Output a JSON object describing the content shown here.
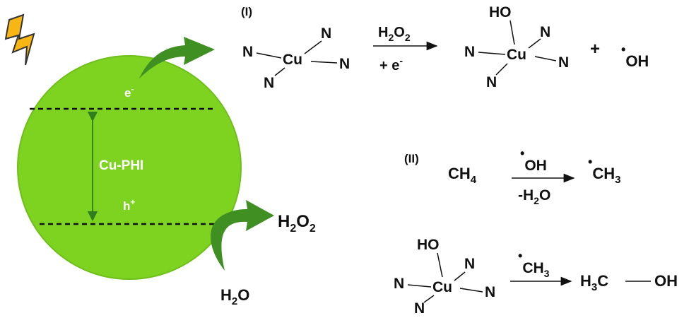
{
  "colors": {
    "sphere": "#7ed321",
    "sphere_edge": "#6fbf1a",
    "arrow_green": "#3f8f22",
    "bolt": "#f7b614",
    "text": "#111111",
    "white": "#ffffff"
  },
  "photocatalyst": {
    "label": "Cu-PHI",
    "electron": "e",
    "electron_sup": "-",
    "hole": "h",
    "hole_sup": "+"
  },
  "products": {
    "h2o2_main": "H",
    "h2o2_sub1": "2",
    "h2o2_mid": "O",
    "h2o2_sub2": "2",
    "water_main": "H",
    "water_sub": "2",
    "water_end": "O"
  },
  "reaction_I": {
    "label": "(I)",
    "reagent_top_main": "H",
    "reagent_top_sub1": "2",
    "reagent_top_mid": "O",
    "reagent_top_sub2": "2",
    "reagent_bottom_main": "+ e",
    "reagent_bottom_sup": "-",
    "plus": "+",
    "radical_dot": "•",
    "radical": "OH"
  },
  "reaction_II": {
    "label": "(II)",
    "reactant": "CH",
    "reactant_sub": "4",
    "reagent_top_dot": "•",
    "reagent_top": "OH",
    "reagent_bottom_main": "-H",
    "reagent_bottom_sub": "2",
    "reagent_bottom_end": "O",
    "product_dot": "•",
    "product_main": "CH",
    "product_sub": "3"
  },
  "reaction_III": {
    "reagent_dot": "•",
    "reagent_main": "CH",
    "reagent_sub": "3",
    "product_h": "H",
    "product_sub": "3",
    "product_c": "C",
    "product_oh": "OH"
  },
  "complex_atoms": {
    "N": "N",
    "Cu": "Cu",
    "HO": "HO"
  }
}
